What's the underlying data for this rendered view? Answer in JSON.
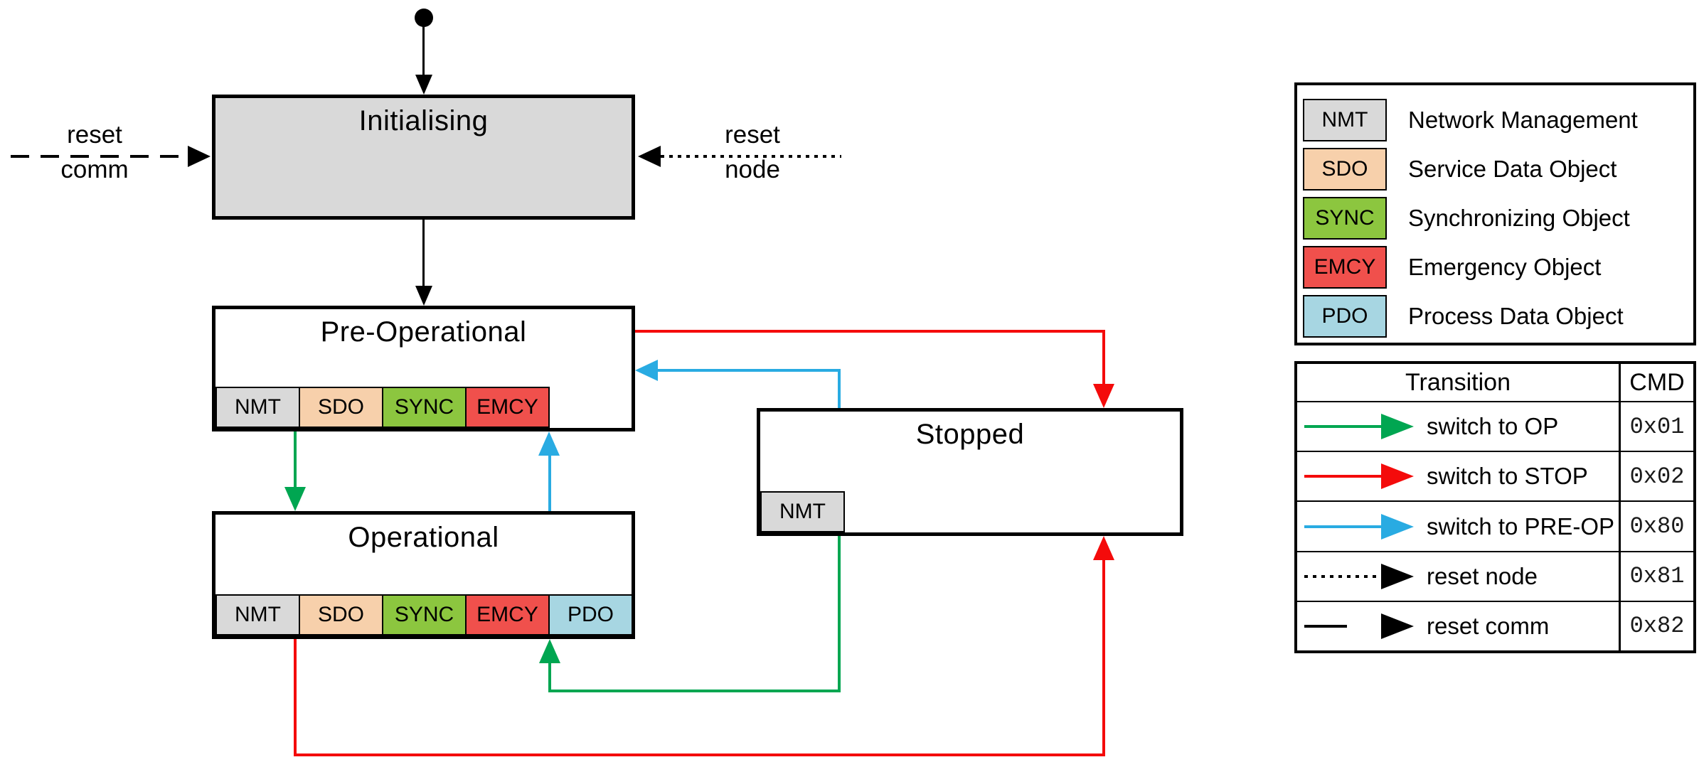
{
  "diagram": {
    "states": {
      "initialising": {
        "title": "Initialising",
        "tags": []
      },
      "pre_operational": {
        "title": "Pre-Operational",
        "tags": [
          "NMT",
          "SDO",
          "SYNC",
          "EMCY"
        ]
      },
      "operational": {
        "title": "Operational",
        "tags": [
          "NMT",
          "SDO",
          "SYNC",
          "EMCY",
          "PDO"
        ]
      },
      "stopped": {
        "title": "Stopped",
        "tags": [
          "NMT"
        ]
      }
    },
    "external_inputs": {
      "reset_comm": {
        "line1": "reset",
        "line2": "comm"
      },
      "reset_node": {
        "line1": "reset",
        "line2": "node"
      }
    }
  },
  "legend": {
    "items": [
      {
        "tag": "NMT",
        "label": "Network Management",
        "color": "#d9d9d9"
      },
      {
        "tag": "SDO",
        "label": "Service Data Object",
        "color": "#f7d0ab"
      },
      {
        "tag": "SYNC",
        "label": "Synchronizing Object",
        "color": "#8cc63f"
      },
      {
        "tag": "EMCY",
        "label": "Emergency Object",
        "color": "#f0504c"
      },
      {
        "tag": "PDO",
        "label": "Process Data Object",
        "color": "#a7d6e2"
      }
    ]
  },
  "transition_table": {
    "headers": {
      "transition": "Transition",
      "cmd": "CMD"
    },
    "rows": [
      {
        "label": "switch to OP",
        "cmd": "0x01",
        "arrow_color": "#00a651",
        "line_style": "solid"
      },
      {
        "label": "switch to STOP",
        "cmd": "0x02",
        "arrow_color": "#f40b0b",
        "line_style": "solid"
      },
      {
        "label": "switch to PRE-OP",
        "cmd": "0x80",
        "arrow_color": "#29abe2",
        "line_style": "solid"
      },
      {
        "label": "reset node",
        "cmd": "0x81",
        "arrow_color": "#000000",
        "line_style": "dotted"
      },
      {
        "label": "reset comm",
        "cmd": "0x82",
        "arrow_color": "#000000",
        "line_style": "dashed"
      }
    ]
  },
  "colors": {
    "state_fill_initialising": "#d9d9d9",
    "state_fill_default": "#ffffff",
    "border": "#000000",
    "arrow_green": "#00a651",
    "arrow_red": "#f40b0b",
    "arrow_blue": "#29abe2"
  }
}
